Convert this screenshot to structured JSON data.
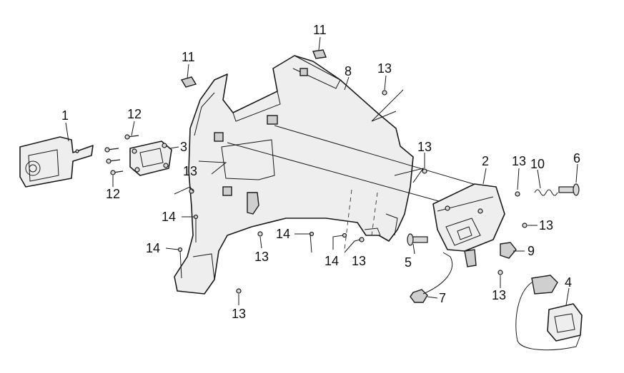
{
  "diagram": {
    "callouts": [
      {
        "id": "c1",
        "text": "1"
      },
      {
        "id": "c2",
        "text": "2"
      },
      {
        "id": "c3",
        "text": "3"
      },
      {
        "id": "c4",
        "text": "4"
      },
      {
        "id": "c5",
        "text": "5"
      },
      {
        "id": "c6",
        "text": "6"
      },
      {
        "id": "c7",
        "text": "7"
      },
      {
        "id": "c8",
        "text": "8"
      },
      {
        "id": "c9",
        "text": "9"
      },
      {
        "id": "c10",
        "text": "10"
      },
      {
        "id": "c11a",
        "text": "11"
      },
      {
        "id": "c11b",
        "text": "11"
      },
      {
        "id": "c12a",
        "text": "12"
      },
      {
        "id": "c12b",
        "text": "12"
      },
      {
        "id": "c13a",
        "text": "13"
      },
      {
        "id": "c13b",
        "text": "13"
      },
      {
        "id": "c13c",
        "text": "13"
      },
      {
        "id": "c13d",
        "text": "13"
      },
      {
        "id": "c13e",
        "text": "13"
      },
      {
        "id": "c13f",
        "text": "13"
      },
      {
        "id": "c13g",
        "text": "13"
      },
      {
        "id": "c13h",
        "text": "13"
      },
      {
        "id": "c13i",
        "text": "13"
      },
      {
        "id": "c14a",
        "text": "14"
      },
      {
        "id": "c14b",
        "text": "14"
      },
      {
        "id": "c14c",
        "text": "14"
      },
      {
        "id": "c14d",
        "text": "14"
      }
    ]
  }
}
